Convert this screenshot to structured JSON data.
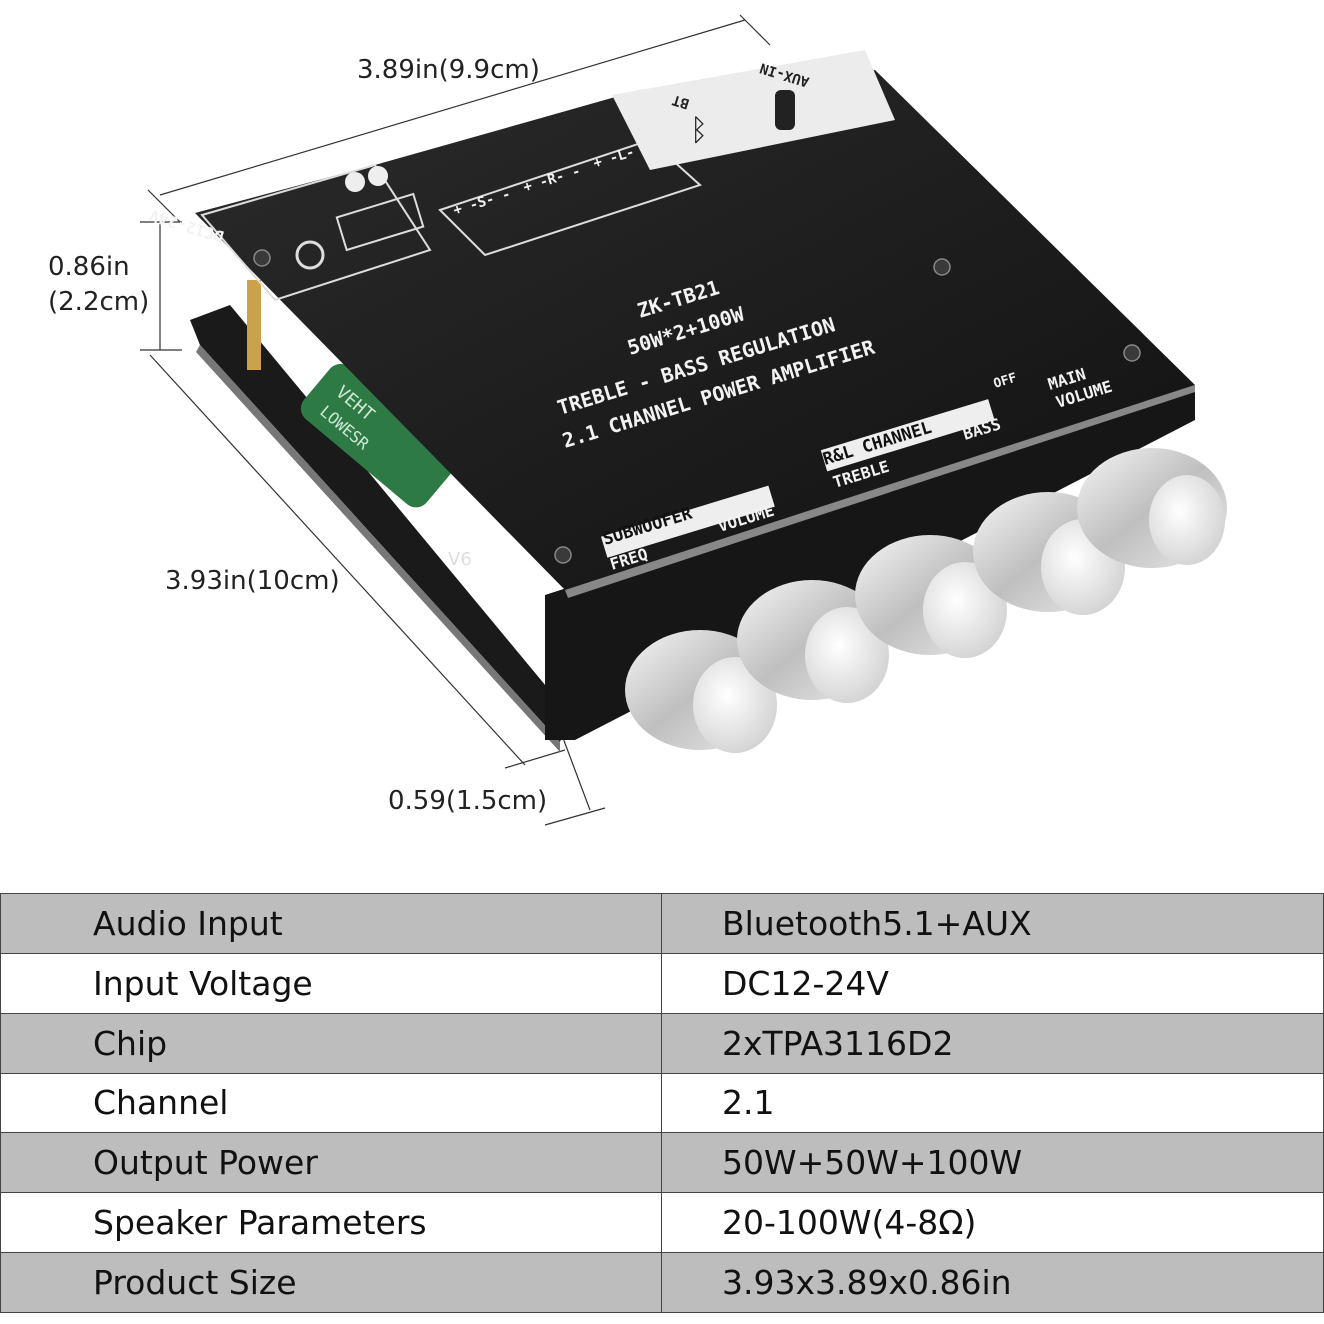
{
  "dimensions": {
    "width": "3.89in(9.9cm)",
    "height_in": "0.86in",
    "height_cm": "(2.2cm)",
    "length": "3.93in(10cm)",
    "knob": "0.59(1.5cm)"
  },
  "board": {
    "model": "ZK-TB21",
    "power": "50W*2+100W",
    "regulation": "TREBLE - BASS REGULATION",
    "desc": "2.1 CHANNEL POWER AMPLIFIER",
    "dc_label": "DC12-24V",
    "bt_label": "BT",
    "aux_label": "AUX-IN",
    "spk_s": "+ -S- -",
    "spk_r": "+ -R- -",
    "spk_l": "+ -L- -",
    "subwoofer": "SUBWOOFER",
    "freq": "FREQ",
    "volume": "VOLUME",
    "rl_channel": "R&L CHANNEL",
    "treble": "TREBLE",
    "bass": "BASS",
    "off": "OFF",
    "main": "MAIN",
    "main_volume": "VOLUME",
    "cap_text": "VEHT",
    "cap_text2": "LOWESR",
    "v6": "V6"
  },
  "specs": [
    {
      "label": "Audio Input",
      "value": "Bluetooth5.1+AUX"
    },
    {
      "label": "Input Voltage",
      "value": "DC12-24V"
    },
    {
      "label": "Chip",
      "value": "2xTPA3116D2"
    },
    {
      "label": "Channel",
      "value": "2.1"
    },
    {
      "label": "Output Power",
      "value": "50W+50W+100W"
    },
    {
      "label": "Speaker Parameters",
      "value": "20-100W(4-8Ω)"
    },
    {
      "label": "Product Size",
      "value": "3.93x3.89x0.86in"
    }
  ]
}
